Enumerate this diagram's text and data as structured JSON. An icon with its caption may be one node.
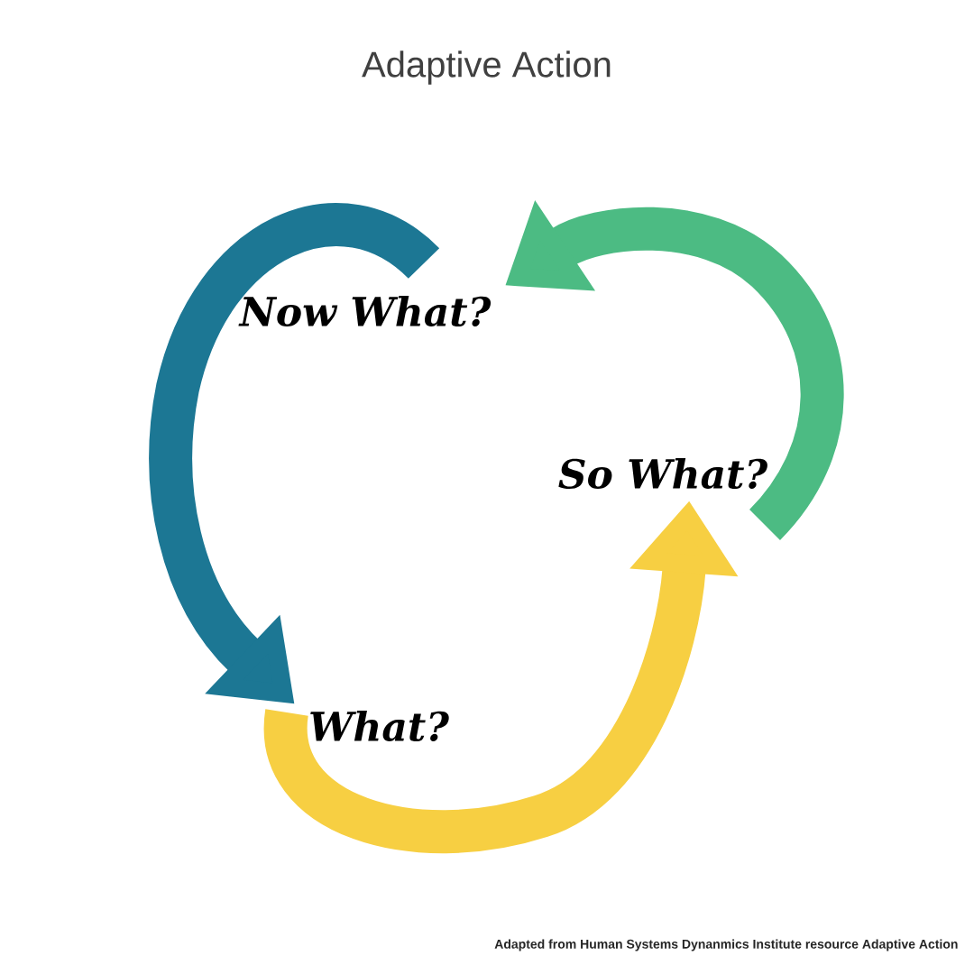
{
  "diagram": {
    "title": "Adaptive Action",
    "caption": "Adapted from Human Systems Dynanmics Institute resource Adaptive Action",
    "nodes": [
      {
        "text": [
          "Now What?"
        ]
      },
      {
        "text": [
          "So What?"
        ]
      },
      {
        "text": [
          "What?"
        ]
      }
    ],
    "edges": [
      {
        "from": 2,
        "to": 1,
        "arrow": "to",
        "color": "#f7cf42"
      },
      {
        "from": 1,
        "to": 0,
        "arrow": "to",
        "color": "#4cbb83"
      },
      {
        "from": 0,
        "to": 2,
        "arrow": "to",
        "color": "#1c7794"
      }
    ]
  }
}
